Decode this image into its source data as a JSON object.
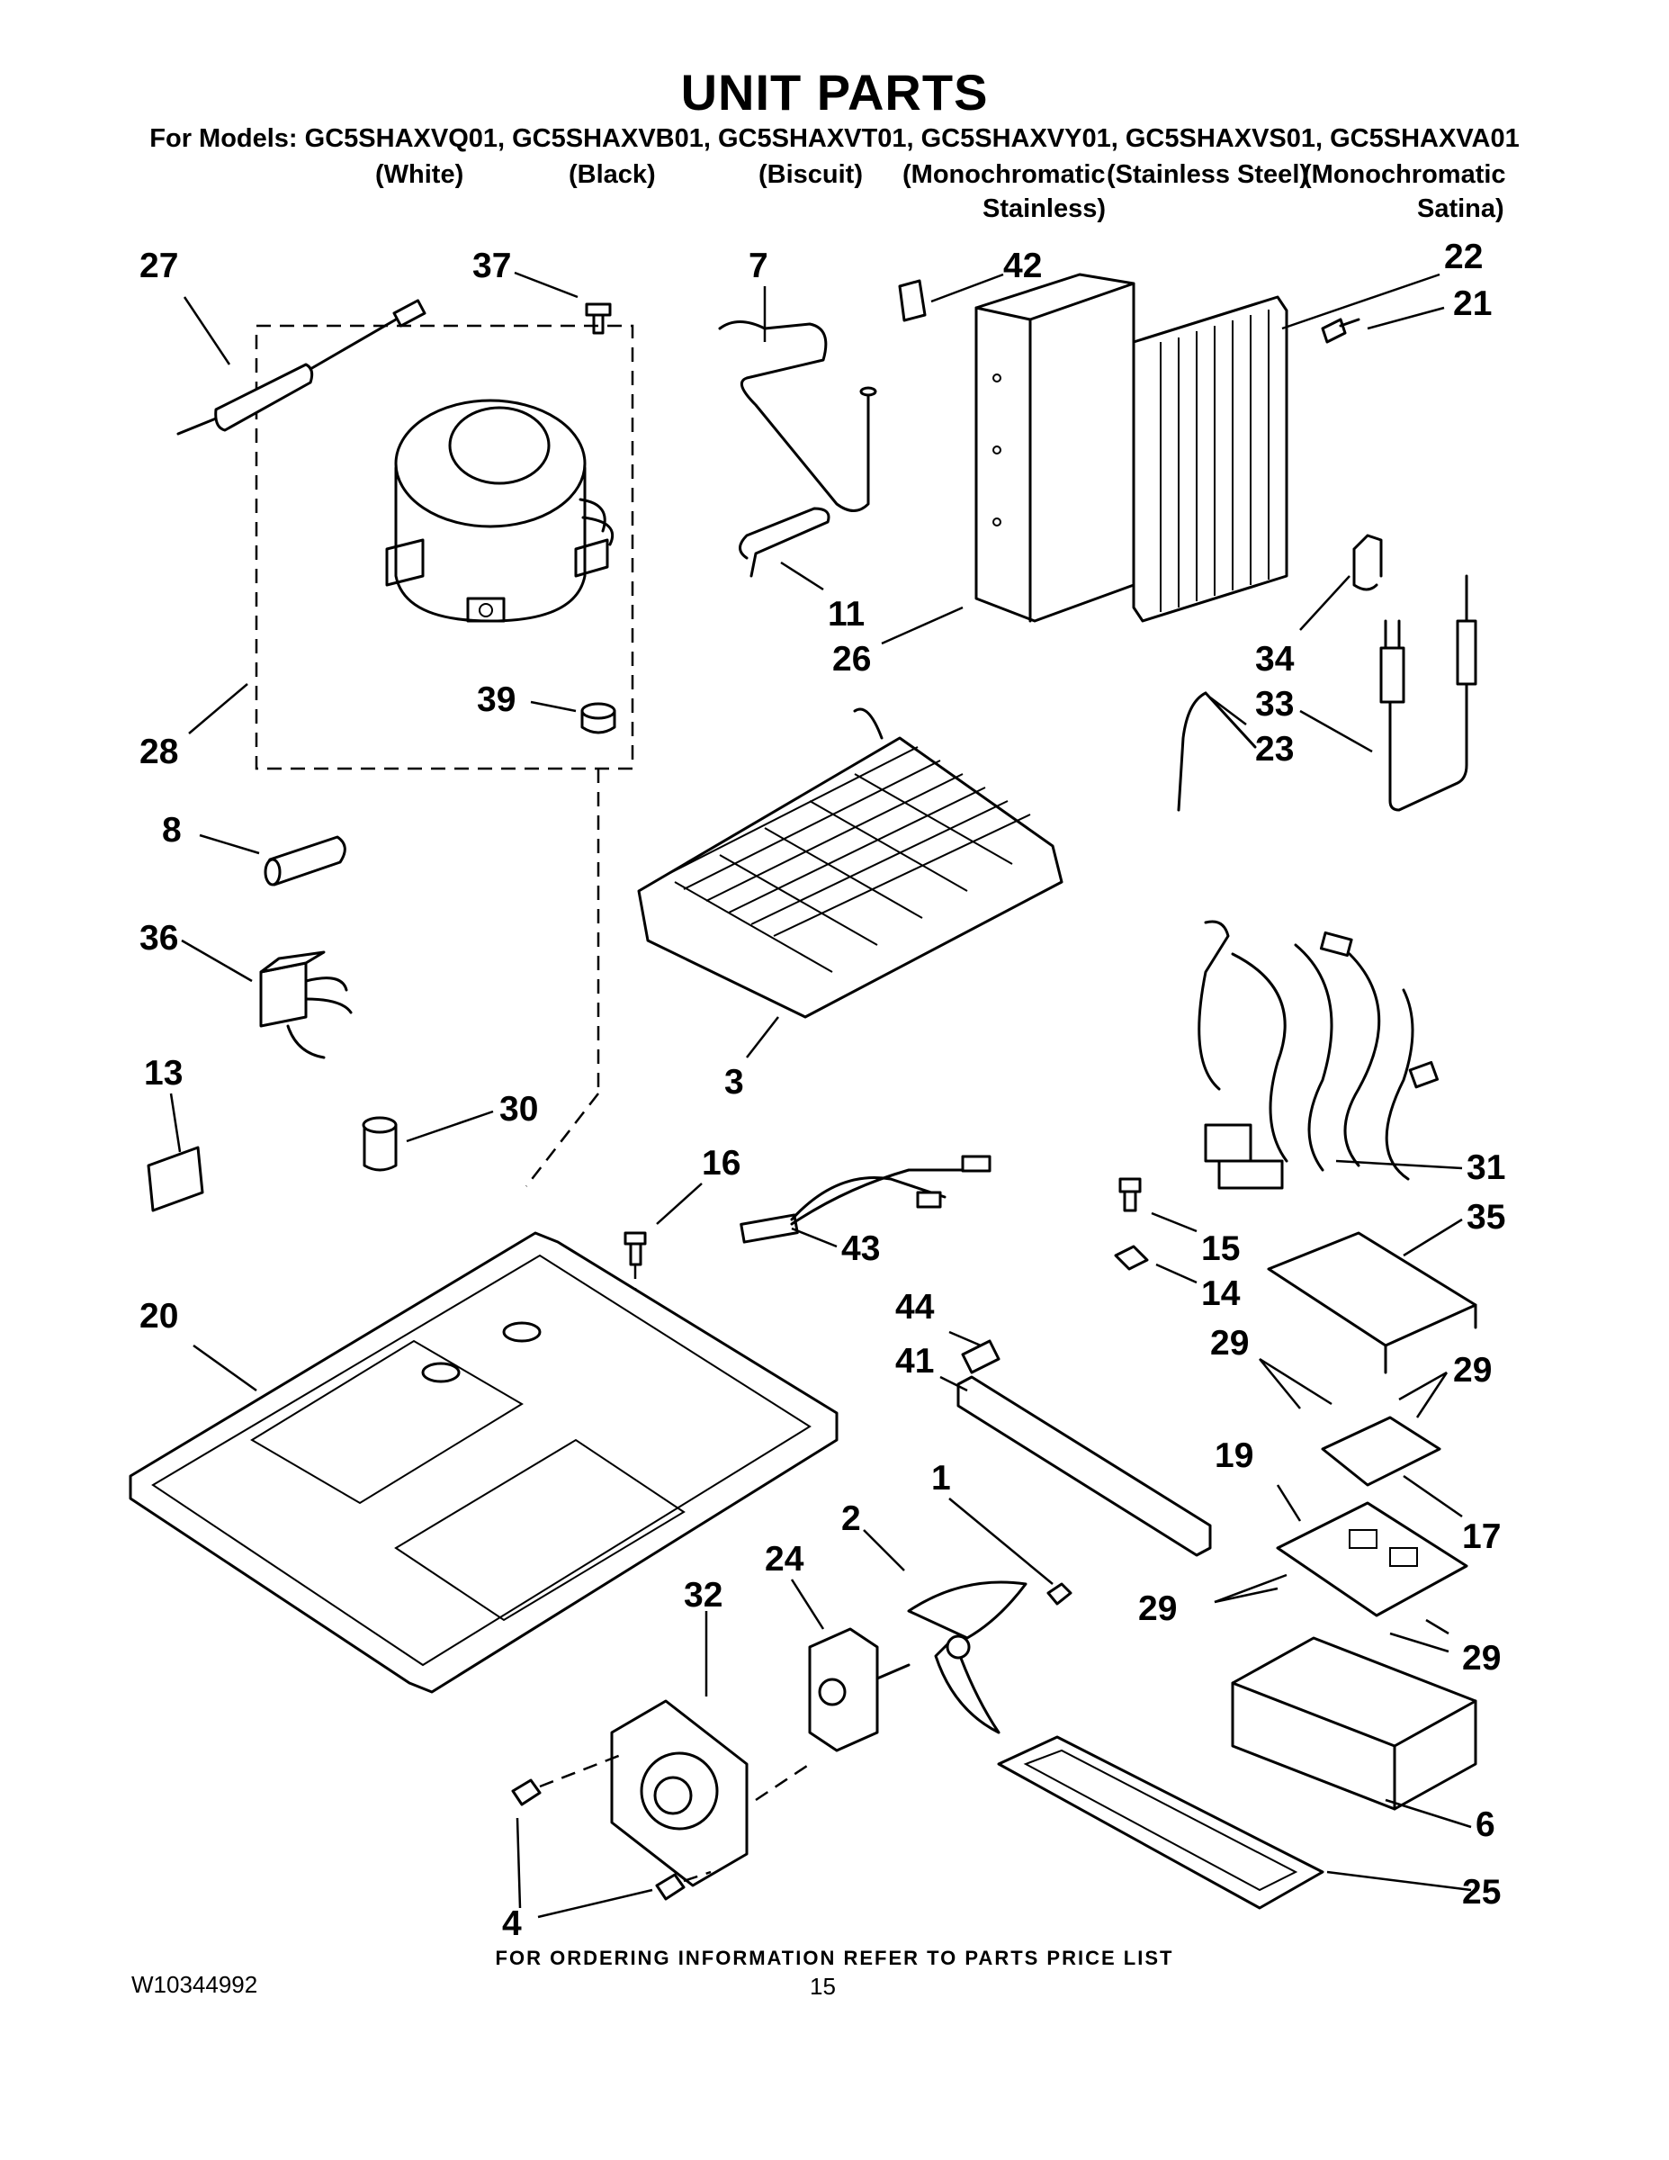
{
  "title": "UNIT PARTS",
  "models_line": "For Models: GC5SHAXVQ01, GC5SHAXVB01, GC5SHAXVT01, GC5SHAXVY01, GC5SHAXVS01, GC5SHAXVA01",
  "colors": {
    "white": "(White)",
    "black": "(Black)",
    "biscuit": "(Biscuit)",
    "mono_stainless_1": "(Monochromatic",
    "mono_stainless_2": "Stainless)",
    "stainless_steel": "(Stainless Steel)",
    "mono_satina_1": "(Monochromatic",
    "mono_satina_2": "Satina)"
  },
  "callouts": {
    "c1": "1",
    "c2": "2",
    "c3": "3",
    "c4": "4",
    "c6": "6",
    "c7": "7",
    "c8": "8",
    "c11": "11",
    "c13": "13",
    "c14": "14",
    "c15": "15",
    "c16": "16",
    "c17": "17",
    "c19": "19",
    "c20": "20",
    "c21": "21",
    "c22": "22",
    "c23": "23",
    "c24": "24",
    "c25": "25",
    "c26": "26",
    "c27": "27",
    "c28": "28",
    "c29": "29",
    "c30": "30",
    "c31": "31",
    "c32": "32",
    "c33": "33",
    "c34": "34",
    "c35": "35",
    "c36": "36",
    "c37": "37",
    "c39": "39",
    "c41": "41",
    "c42": "42",
    "c43": "43",
    "c44": "44"
  },
  "footer_note": "FOR ORDERING INFORMATION REFER TO PARTS PRICE LIST",
  "doc_number": "W10344992",
  "page_number": "15"
}
